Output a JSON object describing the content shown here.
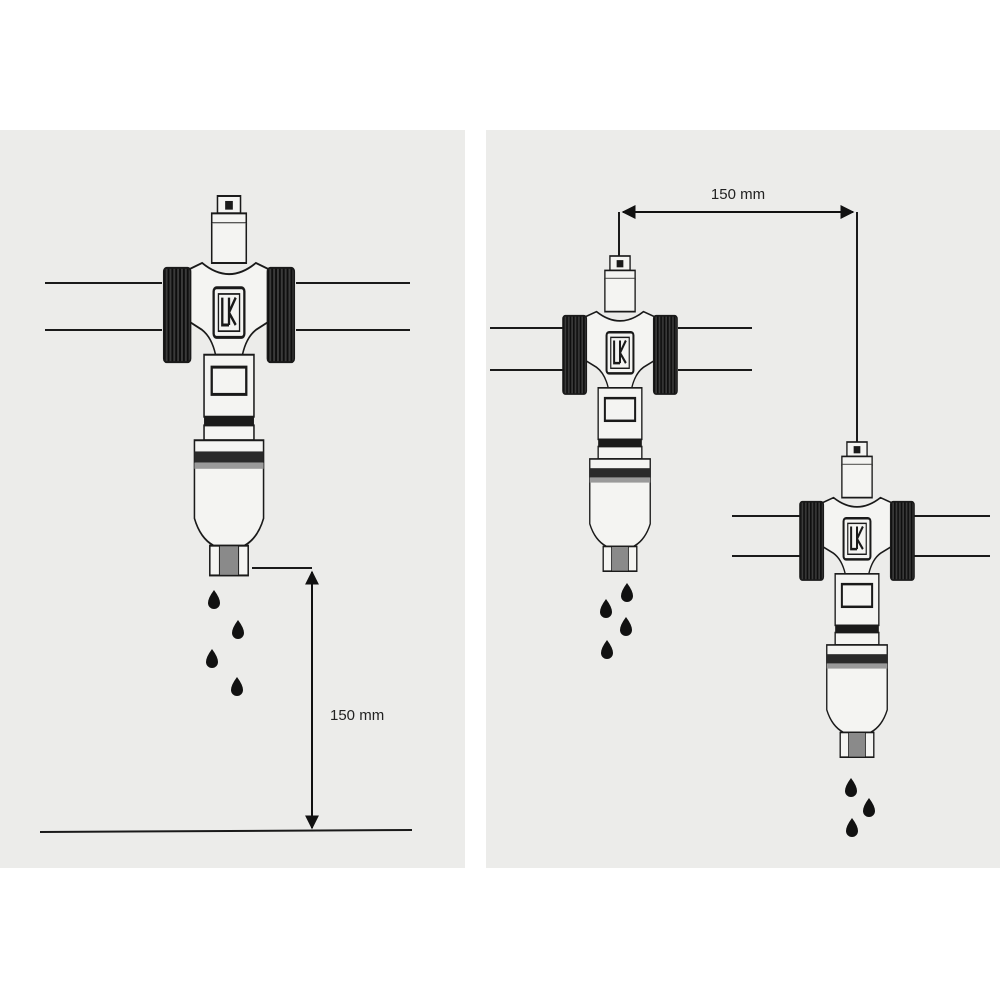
{
  "left_panel": {
    "dimension_label": "150 mm",
    "valve_logo": "LK"
  },
  "right_panel": {
    "dimension_label": "150 mm",
    "valve_upper_logo": "LK",
    "valve_lower_logo": "LK"
  },
  "colors": {
    "panel_background": "#ececea",
    "line": "#1a1a1a",
    "valve_fill": "#f4f4f2"
  },
  "icons": [
    "drain-valve-icon",
    "water-drop-icon",
    "dimension-arrow-icon",
    "lk-logo-icon"
  ]
}
